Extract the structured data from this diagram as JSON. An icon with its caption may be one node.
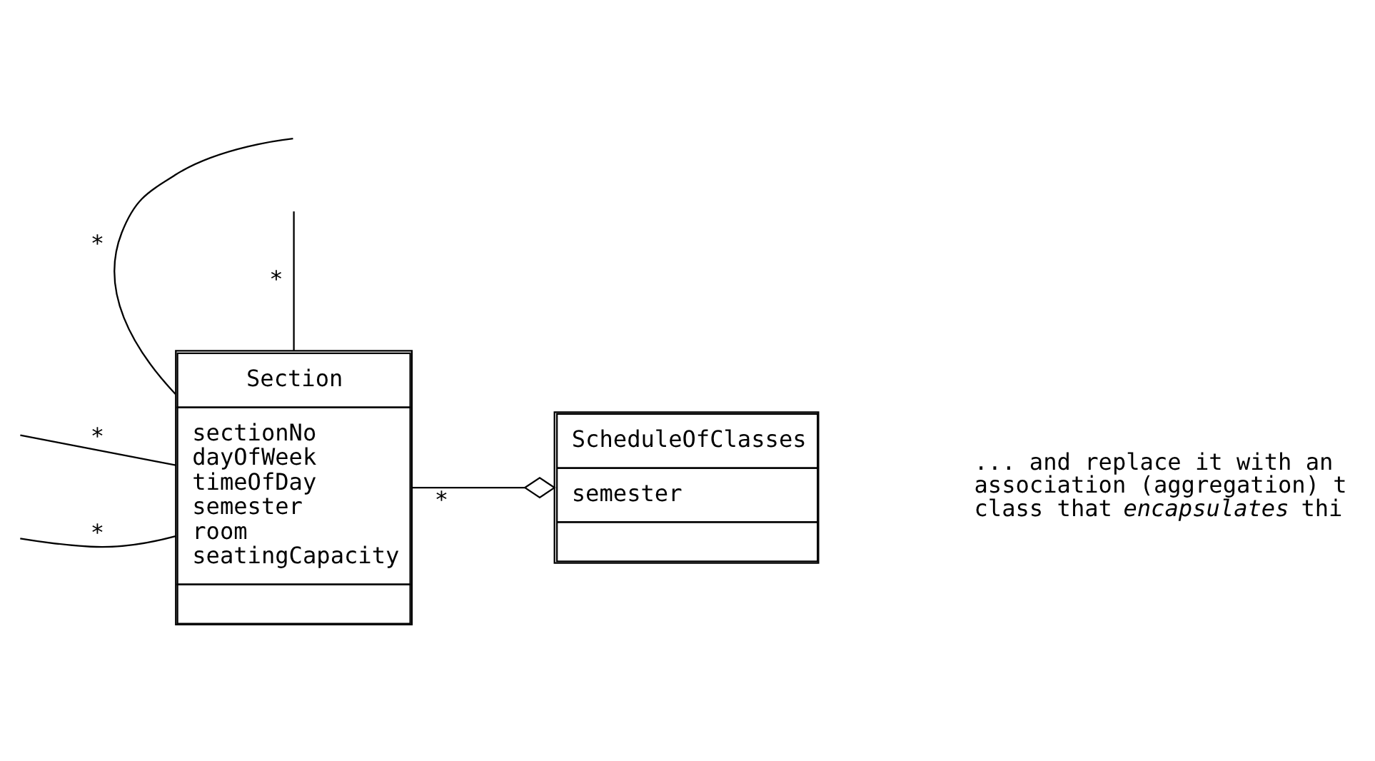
{
  "diagram": {
    "nodes": [
      {
        "text": [
          "Section",
          "sectionNo dayOfWeek timeOfDay semester room seatingCapacity"
        ]
      },
      {
        "text": [
          "ScheduleOfClasses",
          "semester"
        ]
      }
    ],
    "edges": [
      {
        "from": null,
        "to": 0,
        "arrow": "none",
        "label": "*"
      },
      {
        "from": null,
        "to": 0,
        "arrow": "none",
        "label": "*"
      },
      {
        "from": null,
        "to": 0,
        "arrow": "none",
        "label": "*"
      },
      {
        "from": 0,
        "to": 1,
        "arrow": "other",
        "label": "*"
      },
      {
        "from": null,
        "to": 0,
        "arrow": "none",
        "label": "*"
      }
    ],
    "labels": [
      "... and replace it with an association (aggregation) t class that *encapsulates* thi"
    ]
  }
}
